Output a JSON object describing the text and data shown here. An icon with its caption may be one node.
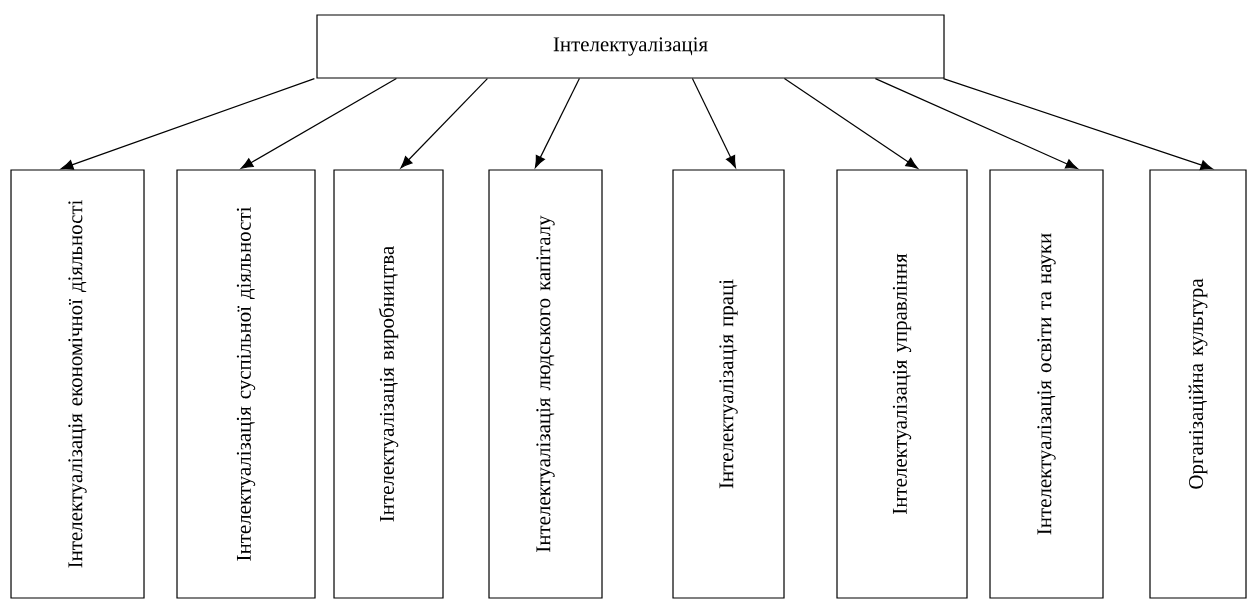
{
  "diagram": {
    "nodes": [
      {
        "text": [
          "Інтелектуалізація"
        ]
      },
      {
        "text": [
          "Інтелектуалізація економічної діяльності"
        ]
      },
      {
        "text": [
          "Інтелектуалізація суспільної діяльності"
        ]
      },
      {
        "text": [
          "Інтелектуалізація виробництва"
        ]
      },
      {
        "text": [
          "Інтелектуалізація людського капіталу"
        ]
      },
      {
        "text": [
          "Інтелектуалізація праці"
        ]
      },
      {
        "text": [
          "Інтелектуалізація управління"
        ]
      },
      {
        "text": [
          "Інтелектуалізація освіти та науки"
        ]
      },
      {
        "text": [
          "Організаційна культура"
        ]
      }
    ],
    "edges": [
      {
        "from": 0,
        "to": 1,
        "arrow": "to"
      },
      {
        "from": 0,
        "to": 2,
        "arrow": "to"
      },
      {
        "from": 0,
        "to": 3,
        "arrow": "to"
      },
      {
        "from": 0,
        "to": 4,
        "arrow": "to"
      },
      {
        "from": 0,
        "to": 5,
        "arrow": "to"
      },
      {
        "from": 0,
        "to": 6,
        "arrow": "to"
      },
      {
        "from": 0,
        "to": 7,
        "arrow": "to"
      },
      {
        "from": 0,
        "to": 8,
        "arrow": "to"
      }
    ]
  }
}
